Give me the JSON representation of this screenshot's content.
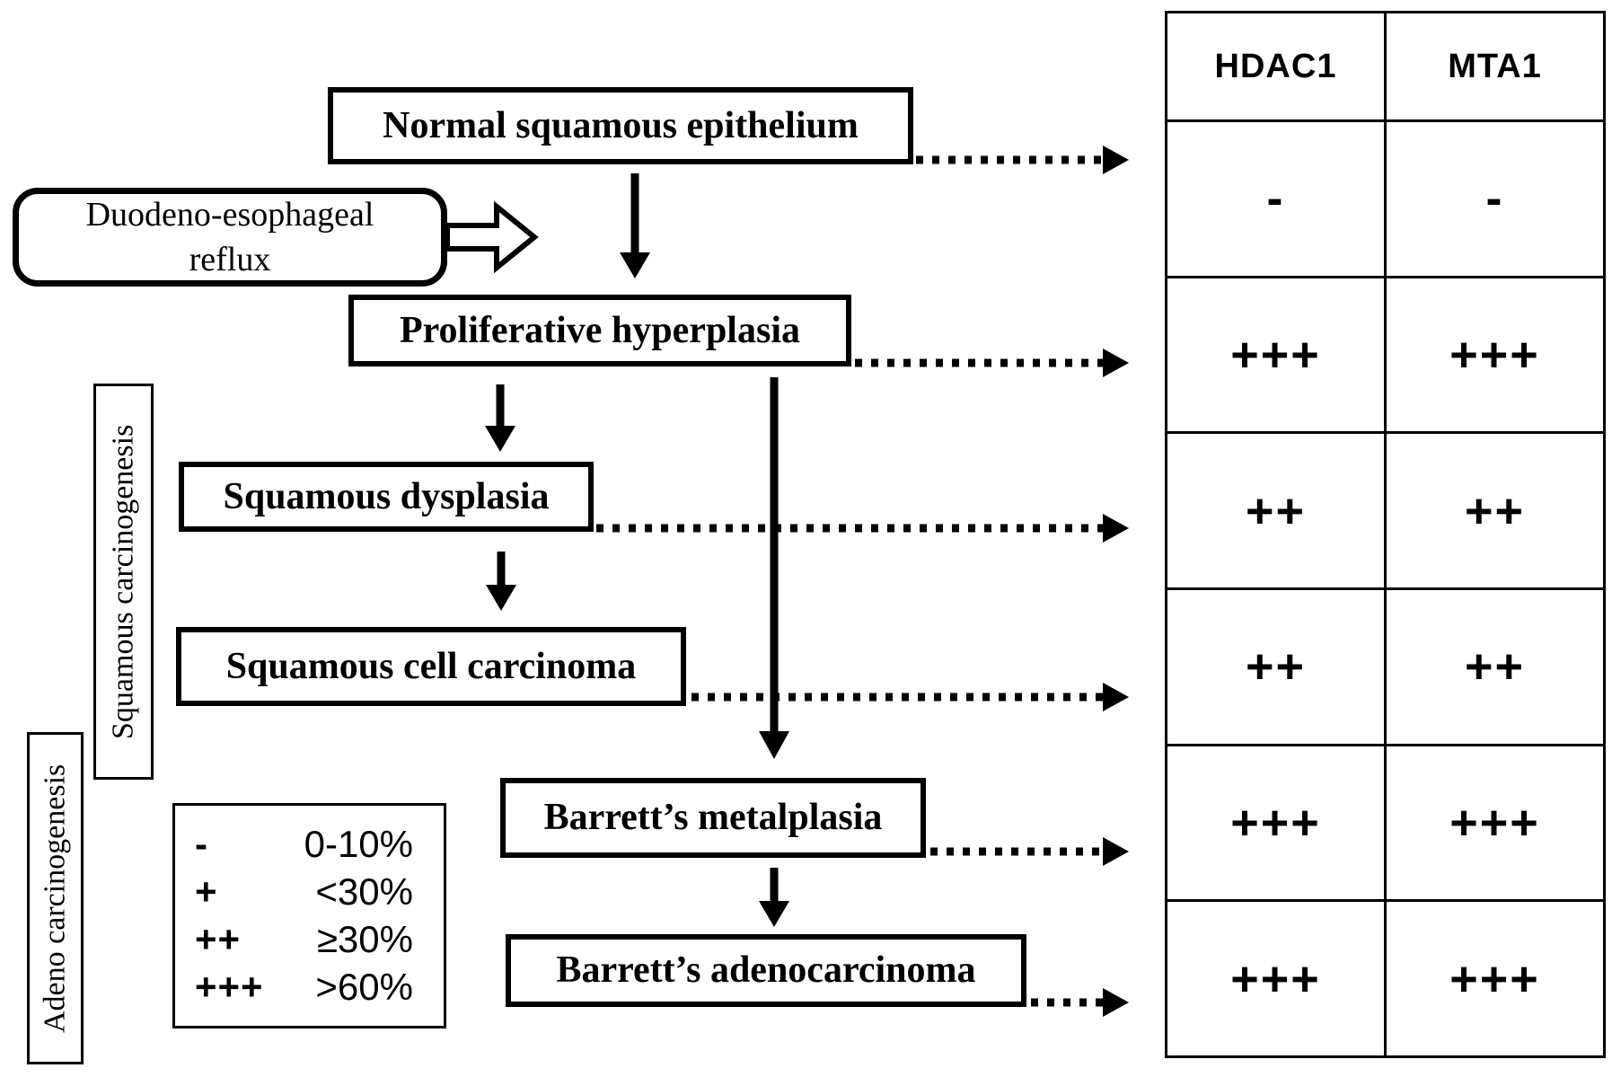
{
  "flowchart": {
    "normal": "Normal squamous epithelium",
    "reflux_line1": "Duodeno-esophageal",
    "reflux_line2": "reflux",
    "proliferative": "Proliferative hyperplasia",
    "dysplasia": "Squamous dysplasia",
    "squamous_cell_carcinoma": "Squamous cell carcinoma",
    "barretts_metaplasia": "Barrett’s metalplasia",
    "barretts_adenocarcinoma": "Barrett’s adenocarcinoma",
    "side_label_squamous": "Squamous carcinogenesis",
    "side_label_adeno": "Adeno carcinogenesis"
  },
  "legend": {
    "entries": [
      {
        "symbol": "-",
        "value": "0-10%"
      },
      {
        "symbol": "+",
        "value": "<30%"
      },
      {
        "symbol": "++",
        "value": "≥30%"
      },
      {
        "symbol": "+++",
        "value": ">60%"
      }
    ]
  },
  "table": {
    "headers": [
      "HDAC1",
      "MTA1"
    ],
    "rows": [
      [
        "-",
        "-"
      ],
      [
        "+++",
        "+++"
      ],
      [
        "++",
        "++"
      ],
      [
        "++",
        "++"
      ],
      [
        "+++",
        "+++"
      ],
      [
        "+++",
        "+++"
      ]
    ]
  }
}
